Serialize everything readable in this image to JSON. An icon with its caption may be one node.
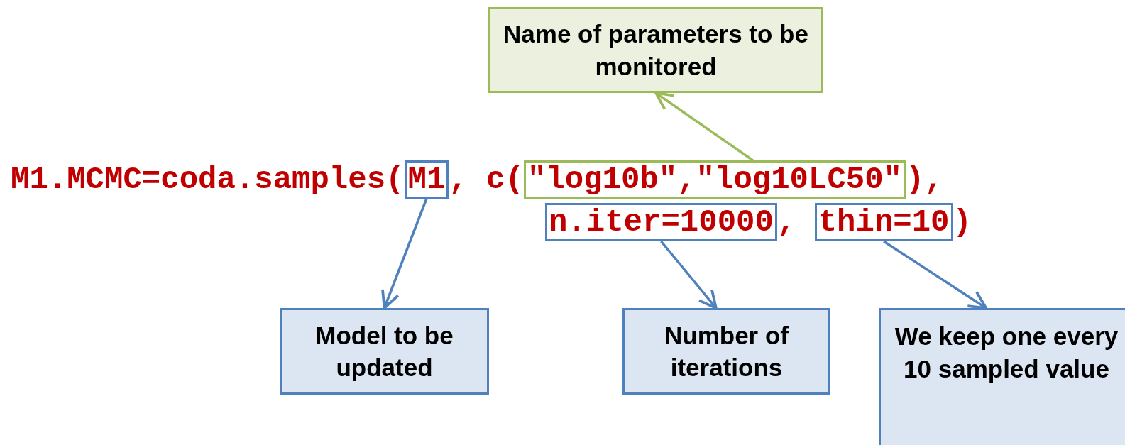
{
  "diagram": {
    "nodes": [
      {
        "text": [
          "Name of parameters to be monitored"
        ]
      },
      {
        "text": [
          "M1"
        ]
      },
      {
        "text": [
          "\"log10b\",\"log10LC50\""
        ]
      },
      {
        "text": [
          "n.iter=10000"
        ]
      },
      {
        "text": [
          "thin=10"
        ]
      },
      {
        "text": [
          "Model to be updated"
        ]
      },
      {
        "text": [
          "Number of iterations"
        ]
      },
      {
        "text": [
          "We keep one every 10 sampled value"
        ]
      }
    ],
    "edges": [
      {
        "from": 2,
        "to": 0,
        "arrow": "to",
        "color": "#9bbb59"
      },
      {
        "from": 1,
        "to": 5,
        "arrow": "to"
      },
      {
        "from": 3,
        "to": 6,
        "arrow": "to"
      },
      {
        "from": 4,
        "to": 7,
        "arrow": "to"
      }
    ],
    "labels": [
      "M1.MCMC=coda.samples(",
      ", c(",
      "),",
      ", ",
      ")"
    ]
  }
}
